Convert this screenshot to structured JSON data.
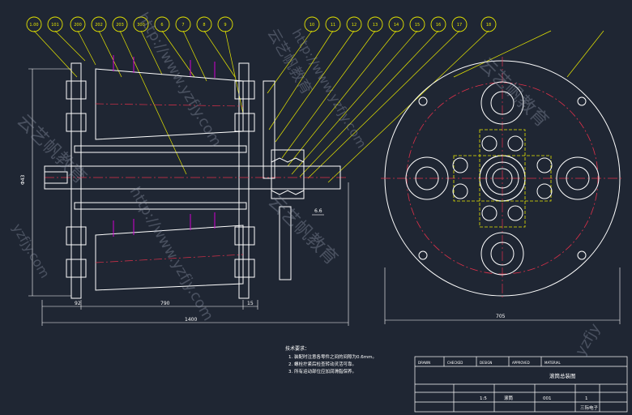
{
  "balloons": [
    "1.00",
    "101",
    "200",
    "202",
    "203",
    "300",
    "6",
    "7",
    "8",
    "9",
    "10",
    "11",
    "12",
    "13",
    "14",
    "15",
    "16",
    "17",
    "18"
  ],
  "dimensions": {
    "height_left": "Φ43",
    "gap_right": "6.6",
    "seg_a": "92",
    "seg_b": "790",
    "seg_c": "15",
    "overall": "1400",
    "diameter": "705"
  },
  "notes": {
    "heading": "技术要求：",
    "lines": [
      "1. 装配时注意各零件之间的间隙为0.6mm。",
      "2. 螺栓拧紧后检查转动灵活可靠。",
      "3. 所有运动部位应加润滑脂保养。"
    ]
  },
  "title_block": {
    "drawing_name": "滚筒总装图",
    "part_name": "滚筒",
    "code": "001",
    "qty": "1",
    "scale": "1:5",
    "company": "三际电子",
    "header_cells": [
      "DRAWN",
      "CHECKED",
      "DESIGN",
      "APPROVED",
      "MATERIAL"
    ]
  },
  "watermarks": [
    "云艺帆教育",
    "http://www.yzfjy.com",
    "云艺帆教育",
    "http://www.yzfjy.com",
    "云艺帆教育",
    "yzfjy.com",
    "http://www.yzfjy.com",
    "云艺帆教育",
    "yzfjy"
  ],
  "colors": {
    "background": "#1f2633",
    "outline": "#ffffff",
    "leader": "#e6e600",
    "centerline": "#e0304a",
    "hidden": "#e6e600",
    "magenta": "#d000d0"
  }
}
